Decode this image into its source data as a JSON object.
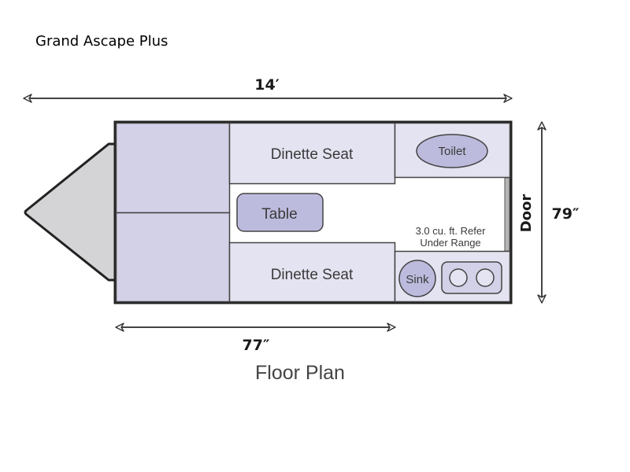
{
  "page_title": "Grand Ascape Plus",
  "caption": "Floor Plan",
  "dimensions": {
    "length": "14′",
    "width": "79″",
    "interior": "77″"
  },
  "rooms": {
    "dinette_top": "Dinette Seat",
    "dinette_bottom": "Dinette Seat",
    "table": "Table",
    "toilet": "Toilet",
    "refer_line1": "3.0 cu. ft. Refer",
    "refer_line2": "Under Range",
    "sink": "Sink",
    "door": "Door"
  },
  "colors": {
    "bed": "#d3d1e7",
    "seat": "#e4e3f1",
    "fixture": "#bdbbdd",
    "tongue": "#d4d4d6",
    "outline": "#222222"
  }
}
